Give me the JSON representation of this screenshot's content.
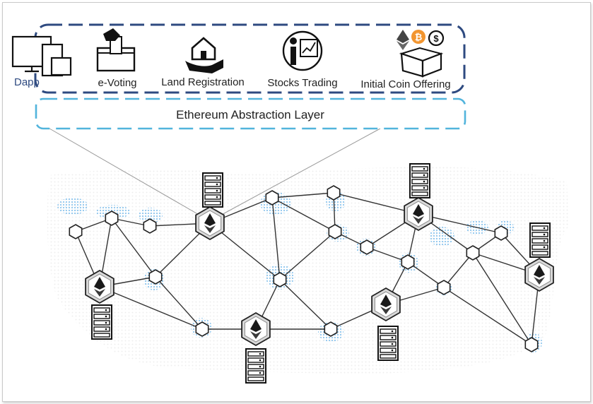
{
  "top_panel": {
    "dapp_label": "Dapp",
    "apps": [
      {
        "label": "e-Voting",
        "icon": "ballot-box-icon"
      },
      {
        "label": "Land Registration",
        "icon": "hand-house-icon"
      },
      {
        "label": "Stocks Trading",
        "icon": "stock-presentation-icon"
      },
      {
        "label": "Initial Coin Offering",
        "icon": "coin-box-icon"
      }
    ],
    "border_color": "#2e4a80"
  },
  "abstraction_layer": {
    "label": "Ethereum Abstraction Layer",
    "border_color": "#52b4dc"
  },
  "network": {
    "node_color": "#ffffff",
    "ethereum_node_fill": "#d9d9d9",
    "map_dot_color": "#8ec6ee"
  }
}
